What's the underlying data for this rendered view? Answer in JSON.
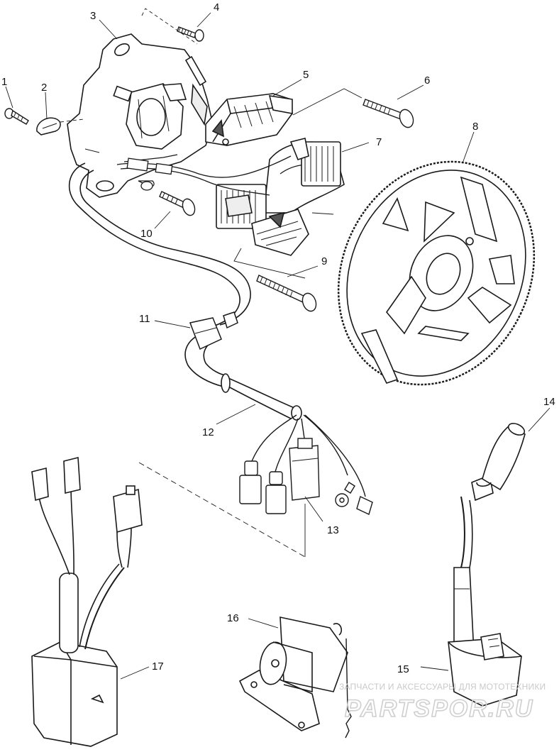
{
  "diagram": {
    "callouts": [
      {
        "id": "c1",
        "label": "1"
      },
      {
        "id": "c2",
        "label": "2"
      },
      {
        "id": "c3",
        "label": "3"
      },
      {
        "id": "c4",
        "label": "4"
      },
      {
        "id": "c5",
        "label": "5"
      },
      {
        "id": "c6",
        "label": "6"
      },
      {
        "id": "c7",
        "label": "7"
      },
      {
        "id": "c8",
        "label": "8"
      },
      {
        "id": "c9",
        "label": "9"
      },
      {
        "id": "c10",
        "label": "10"
      },
      {
        "id": "c11",
        "label": "11"
      },
      {
        "id": "c12",
        "label": "12"
      },
      {
        "id": "c13",
        "label": "13"
      },
      {
        "id": "c14",
        "label": "14"
      },
      {
        "id": "c15",
        "label": "15"
      },
      {
        "id": "c16",
        "label": "16"
      },
      {
        "id": "c17",
        "label": "17"
      }
    ]
  },
  "watermark": {
    "tagline": "ЗАПЧАСТИ И АКСЕССУАРЫ ДЛЯ МОТОТЕХНИКИ",
    "brand": "PARTSPOR.RU"
  },
  "colors": {
    "line": "#1a1a1a",
    "fill": "#ffffff",
    "shade": "#555555",
    "watermark": "#cccccc"
  }
}
